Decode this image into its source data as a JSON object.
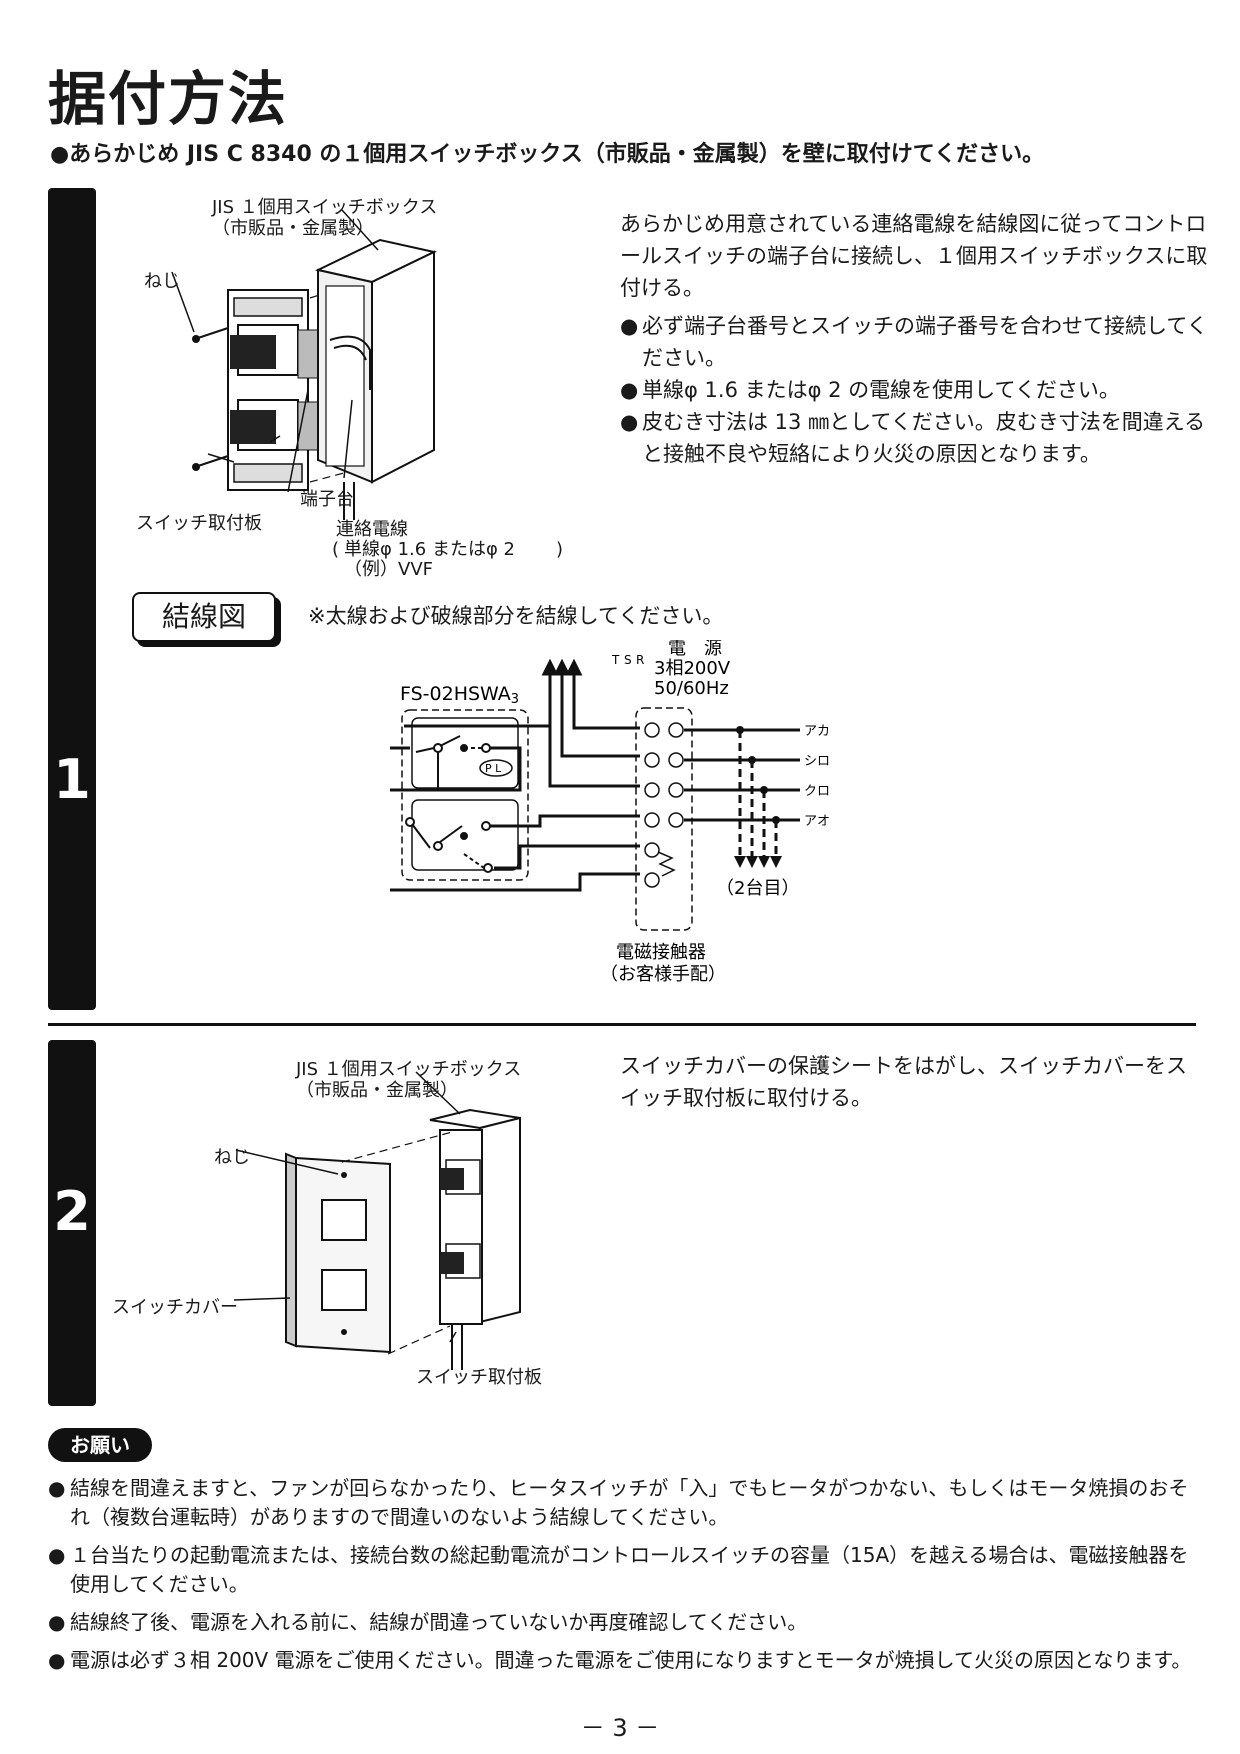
{
  "title": "据付方法",
  "intro": "●あらかじめ JIS C 8340 の１個用スイッチボックス（市販品・金属製）を壁に取付けてください。",
  "step1": {
    "number": "1",
    "fig_labels": {
      "box_line1": "JIS １個用スイッチボックス",
      "box_line2": "（市販品・金属製）",
      "screw": "ねじ",
      "terminal": "端子台",
      "plate": "スイッチ取付板",
      "wire_title": "連絡電線",
      "wire_line1": "単線φ 1.6 またはφ 2",
      "wire_line2": "（例）VVF"
    },
    "text": "あらかじめ用意されている連絡電線を結線図に従ってコントロールスイッチの端子台に接続し、１個用スイッチボックスに取付ける。",
    "bullets": [
      "必ず端子台番号とスイッチの端子番号を合わせて接続してください。",
      "単線φ 1.6 またはφ 2 の電線を使用してください。",
      "皮むき寸法は 13 ㎜としてください。皮むき寸法を間違えると接触不良や短絡により火災の原因となります。"
    ],
    "wiring_label": "結線図",
    "wiring_note": "※太線および破線部分を結線してください。",
    "diagram": {
      "model_main": "FS-02HSWA",
      "model_sub": "3",
      "pl": "P L",
      "phases": [
        "T",
        "S",
        "R"
      ],
      "power_line1": "電　源",
      "power_line2": "3相200V",
      "power_line3": "50/60Hz",
      "outputs": [
        "アカ",
        "シロ",
        "クロ",
        "アオ"
      ],
      "second_unit": "（2台目）",
      "contactor_line1": "電磁接触器",
      "contactor_line2": "（お客様手配）"
    }
  },
  "step2": {
    "number": "2",
    "fig_labels": {
      "box_line1": "JIS １個用スイッチボックス",
      "box_line2": "（市販品・金属製）",
      "screw": "ねじ",
      "cover": "スイッチカバー",
      "plate": "スイッチ取付板"
    },
    "text": "スイッチカバーの保護シートをはがし、スイッチカバーをスイッチ取付板に取付ける。"
  },
  "notice": {
    "label": "お願い",
    "items": [
      "結線を間違えますと、ファンが回らなかったり、ヒータスイッチが「入」でもヒータがつかない、もしくはモータ焼損のおそれ（複数台運転時）がありますので間違いのないよう結線してください。",
      "１台当たりの起動電流または、接続台数の総起動電流がコントロールスイッチの容量（15A）を越える場合は、電磁接触器を使用してください。",
      "結線終了後、電源を入れる前に、結線が間違っていないか再度確認してください。",
      "電源は必ず３相 200V 電源をご使用ください。間違った電源をご使用になりますとモータが焼損して火災の原因となります。"
    ]
  },
  "page_number": "－ 3 －",
  "bullet_glyph": "●"
}
